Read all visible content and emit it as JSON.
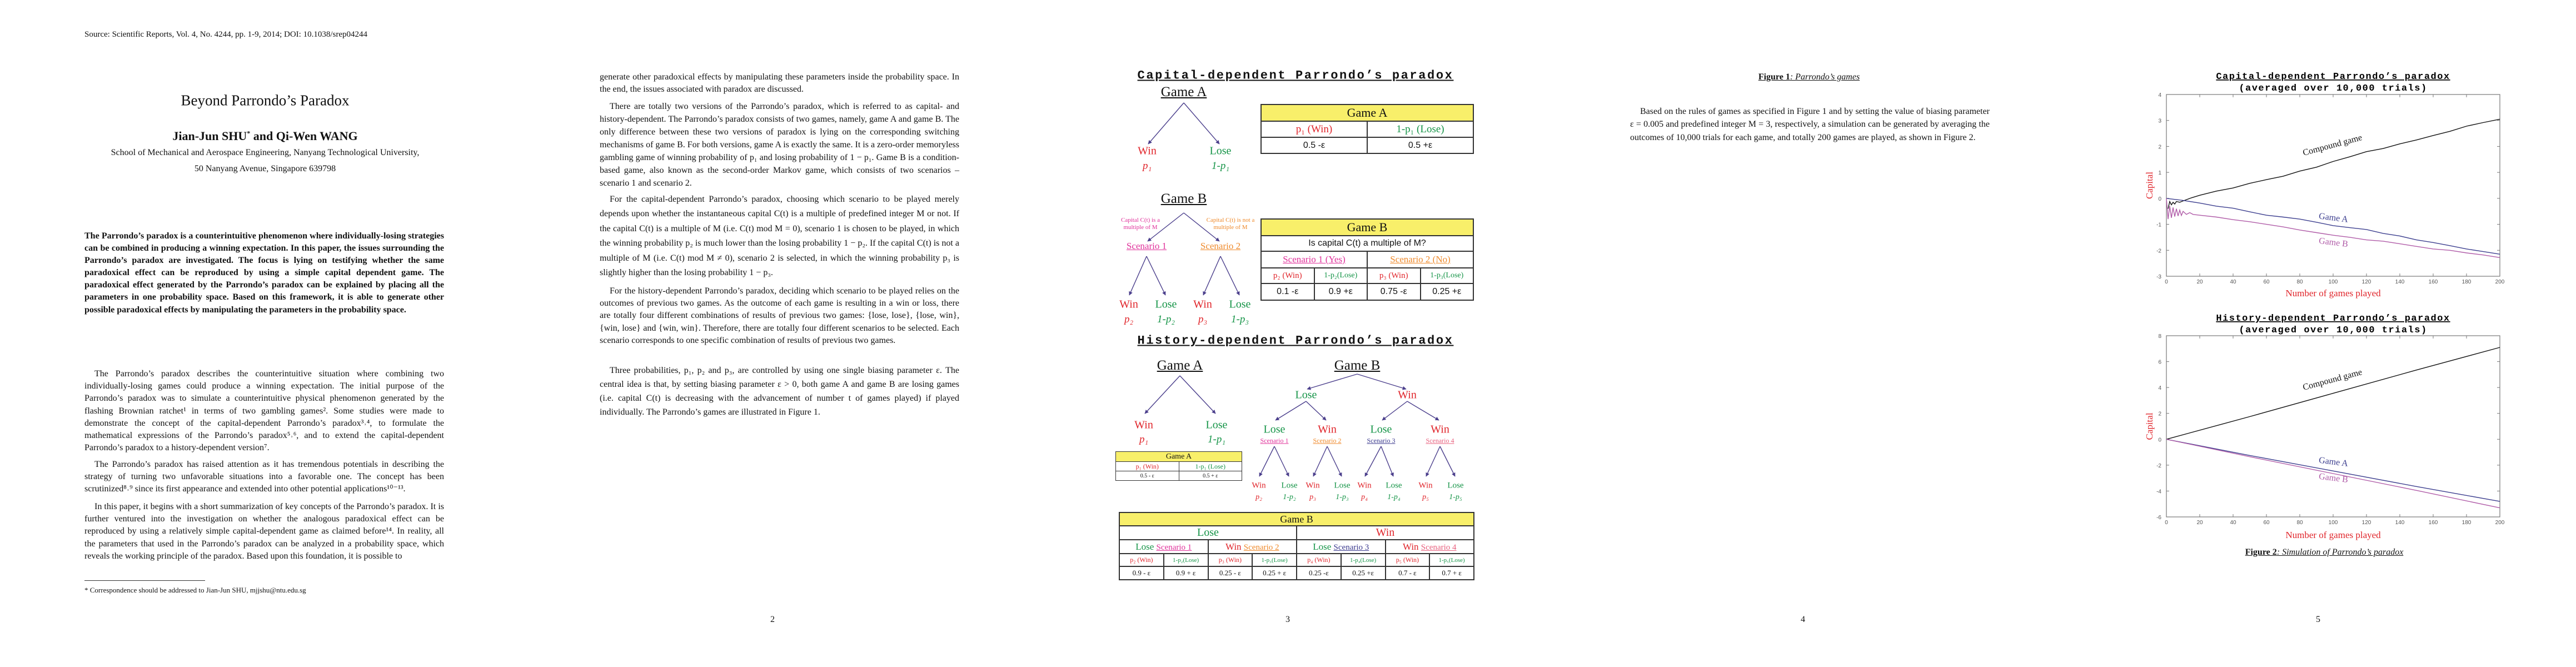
{
  "page1": {
    "source": "Source:  Scientific Reports, Vol. 4, No. 4244, pp. 1-9, 2014; DOI:  10.1038/srep04244",
    "title": "Beyond Parrondo’s Paradox",
    "author1": "Jian-Jun SHU",
    "author_mark": "*",
    "author2": " and Qi-Wen WANG",
    "affiliation1": "School of Mechanical and Aerospace Engineering, Nanyang Technological University,",
    "affiliation2": "50 Nanyang Avenue, Singapore 639798",
    "abstract": "The Parrondo’s paradox is a counterintuitive phenomenon where individually-losing strategies can be combined in producing a winning expectation.  In this paper, the issues surrounding the Parrondo’s paradox are investigated.  The focus is lying on testifying whether the same paradoxical effect can be reproduced by using a simple capital dependent game.  The paradoxical effect generated by the Parrondo’s paradox can be explained by placing all the parameters in one probability space.  Based on this framework, it is able to generate other possible paradoxical effects by manipulating the parameters in the probability space.",
    "paragraphs": [
      "The Parrondo’s paradox describes the counterintuitive situation where combining two individually-losing games could produce a winning expectation.  The initial purpose of the Parrondo’s paradox was to simulate a counterintuitive physical phenomenon generated by the flashing Brownian ratchet¹ in terms of two gambling games².  Some studies were made to demonstrate the concept of the capital-dependent Parrondo’s paradox³˒⁴, to formulate the mathematical expressions of the Parrondo’s paradox⁵˒⁶, and to extend the capital-dependent Parrondo’s paradox to a history-dependent version⁷.",
      "The Parrondo’s paradox has raised attention as it has tremendous potentials in describing the strategy of turning two unfavorable situations into a favorable one.  The concept has been scrutinized⁸˒⁹ since its first appearance and extended into other potential applications¹⁰⁻¹³.",
      "In this paper, it begins with a short summarization of key concepts of the Parrondo’s paradox. It is further ventured into the investigation on whether the analogous paradoxical effect can be reproduced by using a relatively simple capital-dependent game as claimed before¹⁴.  In reality, all the parameters that used in the Parrondo’s paradox can be analyzed in a probability space, which reveals the working principle of the paradox.  Based upon this foundation, it is possible to"
    ],
    "footnote": "* Correspondence should be addressed to Jian-Jun SHU, mjjshu@ntu.edu.sg"
  },
  "page2": {
    "paragraphs": [
      "generate other paradoxical effects by manipulating these parameters inside the probability space. In the end, the issues associated with paradox are discussed.",
      "There are totally two versions of the Parrondo’s paradox, which is referred to as capital- and history-dependent.  The Parrondo’s paradox consists of two games, namely, game A and game B. The only difference between these two versions of paradox is lying on the corresponding switching mechanisms of game B.  For both versions, game A is exactly the same.  It is a zero-order memoryless gambling game of winning probability of p₁ and losing probability of 1 − p₁. Game B is a condition-based game, also known as the second-order Markov game, which consists of two scenarios – scenario 1 and scenario 2.",
      "For the capital-dependent Parrondo’s paradox, choosing which scenario to be played merely depends upon whether the instantaneous capital C(t) is a multiple of predefined integer M or not.  If the capital C(t) is a multiple of M (i.e. C(t) mod M = 0), scenario 1 is chosen to be played, in which the winning probability p₂ is much lower than the losing probability 1 − p₂. If the capital C(t) is not a multiple of M (i.e. C(t) mod M ≠ 0), scenario 2 is selected, in which the winning probability p₃ is slightly higher than the losing probability 1 − p₃.",
      "For the history-dependent Parrondo’s paradox, deciding which scenario to be played relies on the outcomes of previous two games.  As the outcome of each game is resulting in a win or loss, there are totally four different combinations of results of previous two games: {lose, lose}, {lose, win}, {win, lose} and {win, win}.  Therefore, there are totally four different scenarios to be selected.  Each scenario corresponds to one specific combination of results of previous two games.",
      "Three probabilities, p₁, p₂ and p₃, are controlled by using one single biasing parameter ε. The central idea is that, by setting biasing parameter ε > 0, both game A and game B are losing games (i.e. capital C(t) is decreasing with the advancement of number t of games played) if played individually.  The Parrondo’s games are illustrated in Figure 1."
    ],
    "page_number": "2"
  },
  "figure1": {
    "capital_title": "Capital-dependent Parrondo’s paradox",
    "history_title": "History-dependent Parrondo’s paradox",
    "game_a": "Game A",
    "game_b": "Game B",
    "win": "Win",
    "lose": "Lose",
    "p1": "p₁",
    "q1": "1-p₁",
    "p2": "p₂",
    "q2": "1-p₂",
    "p3": "p₃",
    "q3": "1-p₃",
    "p4": "p₄",
    "q4": "1-p₄",
    "p5": "p₅",
    "q5": "1-p₅",
    "cond_yes": "Capital C(t) is a multiple of M",
    "cond_no": "Capital C(t) is not a multiple of M",
    "scenario1": "Scenario 1",
    "scenario2": "Scenario 2",
    "scenario3": "Scenario 3",
    "scenario4": "Scenario 4",
    "table_a": {
      "title": "Game A",
      "h1": "p₁ (Win)",
      "h2": "1-p₁ (Lose)",
      "v1": "0.5 -ε",
      "v2": "0.5 +ε"
    },
    "table_b": {
      "title": "Game B",
      "question": "Is capital C(t) a multiple of M?",
      "s1": "Scenario 1 (Yes)",
      "s2": "Scenario 2 (No)",
      "heads": [
        "p₂ (Win)",
        "1-p₂(Lose)",
        "p₃ (Win)",
        "1-p₃(Lose)"
      ],
      "values": [
        "0.1 -ε",
        "0.9 +ε",
        "0.75 -ε",
        "0.25 +ε"
      ]
    },
    "table_ha": {
      "title": "Game A",
      "h1": "p₁ (Win)",
      "h2": "1-p₁ (Lose)",
      "v1": "0.5 - ε",
      "v2": "0.5 + ε"
    },
    "table_hb": {
      "title": "Game B",
      "lose": "Lose",
      "win": "Win",
      "heads": [
        "p₂ (Win)",
        "1-p₂(Lose)",
        "p₃ (Win)",
        "1-p₃(Lose)",
        "p₄ (Win)",
        "1-p₄(Lose)",
        "p₅ (Win)",
        "1-p₅(Lose)"
      ],
      "values": [
        "0.9 - ε",
        "0.9 + ε",
        "0.25 - ε",
        "0.25 + ε",
        "0.25 -ε",
        "0.25 +ε",
        "0.7 - ε",
        "0.7 + ε"
      ]
    },
    "page_number": "3"
  },
  "page4": {
    "caption_label": "Figure 1",
    "caption_text": ": Parrondo’s games",
    "paragraph": "Based on the rules of games as specified in Figure 1 and by setting the value of biasing parameter ε = 0.005 and predefined integer M = 3, respectively, a simulation can be generated by averaging the outcomes of 10,000 trials for each game, and totally 200 games are played, as shown in Figure 2.",
    "page_number": "4"
  },
  "page5": {
    "caption_label": "Figure 2",
    "caption_text": ": Simulation of Parrondo’s paradox",
    "page_number": "5"
  },
  "chart_data": [
    {
      "type": "line",
      "title": "Capital-dependent Parrondo’s paradox",
      "subtitle": "(averaged over 10,000 trials)",
      "xlabel": "Number of games played",
      "ylabel": "Capital",
      "xlim": [
        0,
        200
      ],
      "ylim": [
        -3,
        4
      ],
      "xticks": [
        0,
        20,
        40,
        60,
        80,
        100,
        120,
        140,
        160,
        180,
        200
      ],
      "yticks": [
        -3,
        -2,
        -1,
        0,
        1,
        2,
        3,
        4
      ],
      "grid": false,
      "series": [
        {
          "name": "Compound game",
          "color": "#111111",
          "points": [
            [
              1,
              -0.4
            ],
            [
              2,
              -0.12
            ],
            [
              3,
              -0.25
            ],
            [
              4,
              -0.15
            ],
            [
              5,
              -0.22
            ],
            [
              6,
              -0.12
            ],
            [
              8,
              -0.15
            ],
            [
              10,
              -0.1
            ],
            [
              15,
              0.02
            ],
            [
              20,
              0.12
            ],
            [
              30,
              0.28
            ],
            [
              40,
              0.4
            ],
            [
              50,
              0.58
            ],
            [
              60,
              0.72
            ],
            [
              70,
              0.85
            ],
            [
              80,
              1.05
            ],
            [
              90,
              1.2
            ],
            [
              100,
              1.42
            ],
            [
              110,
              1.6
            ],
            [
              120,
              1.8
            ],
            [
              130,
              1.92
            ],
            [
              140,
              2.1
            ],
            [
              150,
              2.25
            ],
            [
              160,
              2.42
            ],
            [
              170,
              2.58
            ],
            [
              180,
              2.78
            ],
            [
              190,
              2.92
            ],
            [
              200,
              3.05
            ]
          ]
        },
        {
          "name": "Game A",
          "color": "#3d3f8f",
          "points": [
            [
              0,
              0
            ],
            [
              10,
              -0.08
            ],
            [
              20,
              -0.18
            ],
            [
              30,
              -0.3
            ],
            [
              40,
              -0.38
            ],
            [
              50,
              -0.52
            ],
            [
              60,
              -0.65
            ],
            [
              70,
              -0.72
            ],
            [
              80,
              -0.8
            ],
            [
              90,
              -0.92
            ],
            [
              100,
              -1.05
            ],
            [
              110,
              -1.13
            ],
            [
              120,
              -1.2
            ],
            [
              130,
              -1.35
            ],
            [
              140,
              -1.45
            ],
            [
              150,
              -1.6
            ],
            [
              160,
              -1.7
            ],
            [
              170,
              -1.82
            ],
            [
              180,
              -1.95
            ],
            [
              190,
              -2.05
            ],
            [
              200,
              -2.15
            ]
          ]
        },
        {
          "name": "Game B",
          "color": "#b05ca8",
          "points": [
            [
              0,
              0
            ],
            [
              1,
              -0.8
            ],
            [
              2,
              -0.3
            ],
            [
              3,
              -0.75
            ],
            [
              4,
              -0.35
            ],
            [
              5,
              -0.7
            ],
            [
              6,
              -0.4
            ],
            [
              7,
              -0.68
            ],
            [
              8,
              -0.45
            ],
            [
              9,
              -0.66
            ],
            [
              10,
              -0.5
            ],
            [
              12,
              -0.62
            ],
            [
              14,
              -0.55
            ],
            [
              16,
              -0.62
            ],
            [
              20,
              -0.65
            ],
            [
              30,
              -0.72
            ],
            [
              40,
              -0.82
            ],
            [
              50,
              -0.9
            ],
            [
              60,
              -1.0
            ],
            [
              70,
              -1.1
            ],
            [
              80,
              -1.22
            ],
            [
              90,
              -1.32
            ],
            [
              100,
              -1.42
            ],
            [
              110,
              -1.5
            ],
            [
              120,
              -1.6
            ],
            [
              130,
              -1.65
            ],
            [
              140,
              -1.75
            ],
            [
              150,
              -1.85
            ],
            [
              160,
              -1.95
            ],
            [
              170,
              -2.0
            ],
            [
              180,
              -2.1
            ],
            [
              190,
              -2.18
            ],
            [
              200,
              -2.28
            ]
          ]
        }
      ]
    },
    {
      "type": "line",
      "title": "History-dependent Parrondo’s paradox",
      "subtitle": "(averaged over 10,000 trials)",
      "xlabel": "Number of games played",
      "ylabel": "Capital",
      "xlim": [
        0,
        200
      ],
      "ylim": [
        -6,
        8
      ],
      "xticks": [
        0,
        20,
        40,
        60,
        80,
        100,
        120,
        140,
        160,
        180,
        200
      ],
      "yticks": [
        -6,
        -4,
        -2,
        0,
        2,
        4,
        6,
        8
      ],
      "grid": false,
      "series": [
        {
          "name": "Compound game",
          "color": "#111111",
          "points": [
            [
              0,
              0
            ],
            [
              50,
              1.75
            ],
            [
              100,
              3.55
            ],
            [
              150,
              5.35
            ],
            [
              200,
              7.1
            ]
          ]
        },
        {
          "name": "Game A",
          "color": "#3d3f8f",
          "points": [
            [
              0,
              0
            ],
            [
              50,
              -1.25
            ],
            [
              100,
              -2.45
            ],
            [
              150,
              -3.65
            ],
            [
              200,
              -4.8
            ]
          ]
        },
        {
          "name": "Game B",
          "color": "#b05ca8",
          "points": [
            [
              0,
              0
            ],
            [
              50,
              -1.35
            ],
            [
              100,
              -2.65
            ],
            [
              150,
              -3.95
            ],
            [
              200,
              -5.3
            ]
          ]
        }
      ]
    }
  ]
}
